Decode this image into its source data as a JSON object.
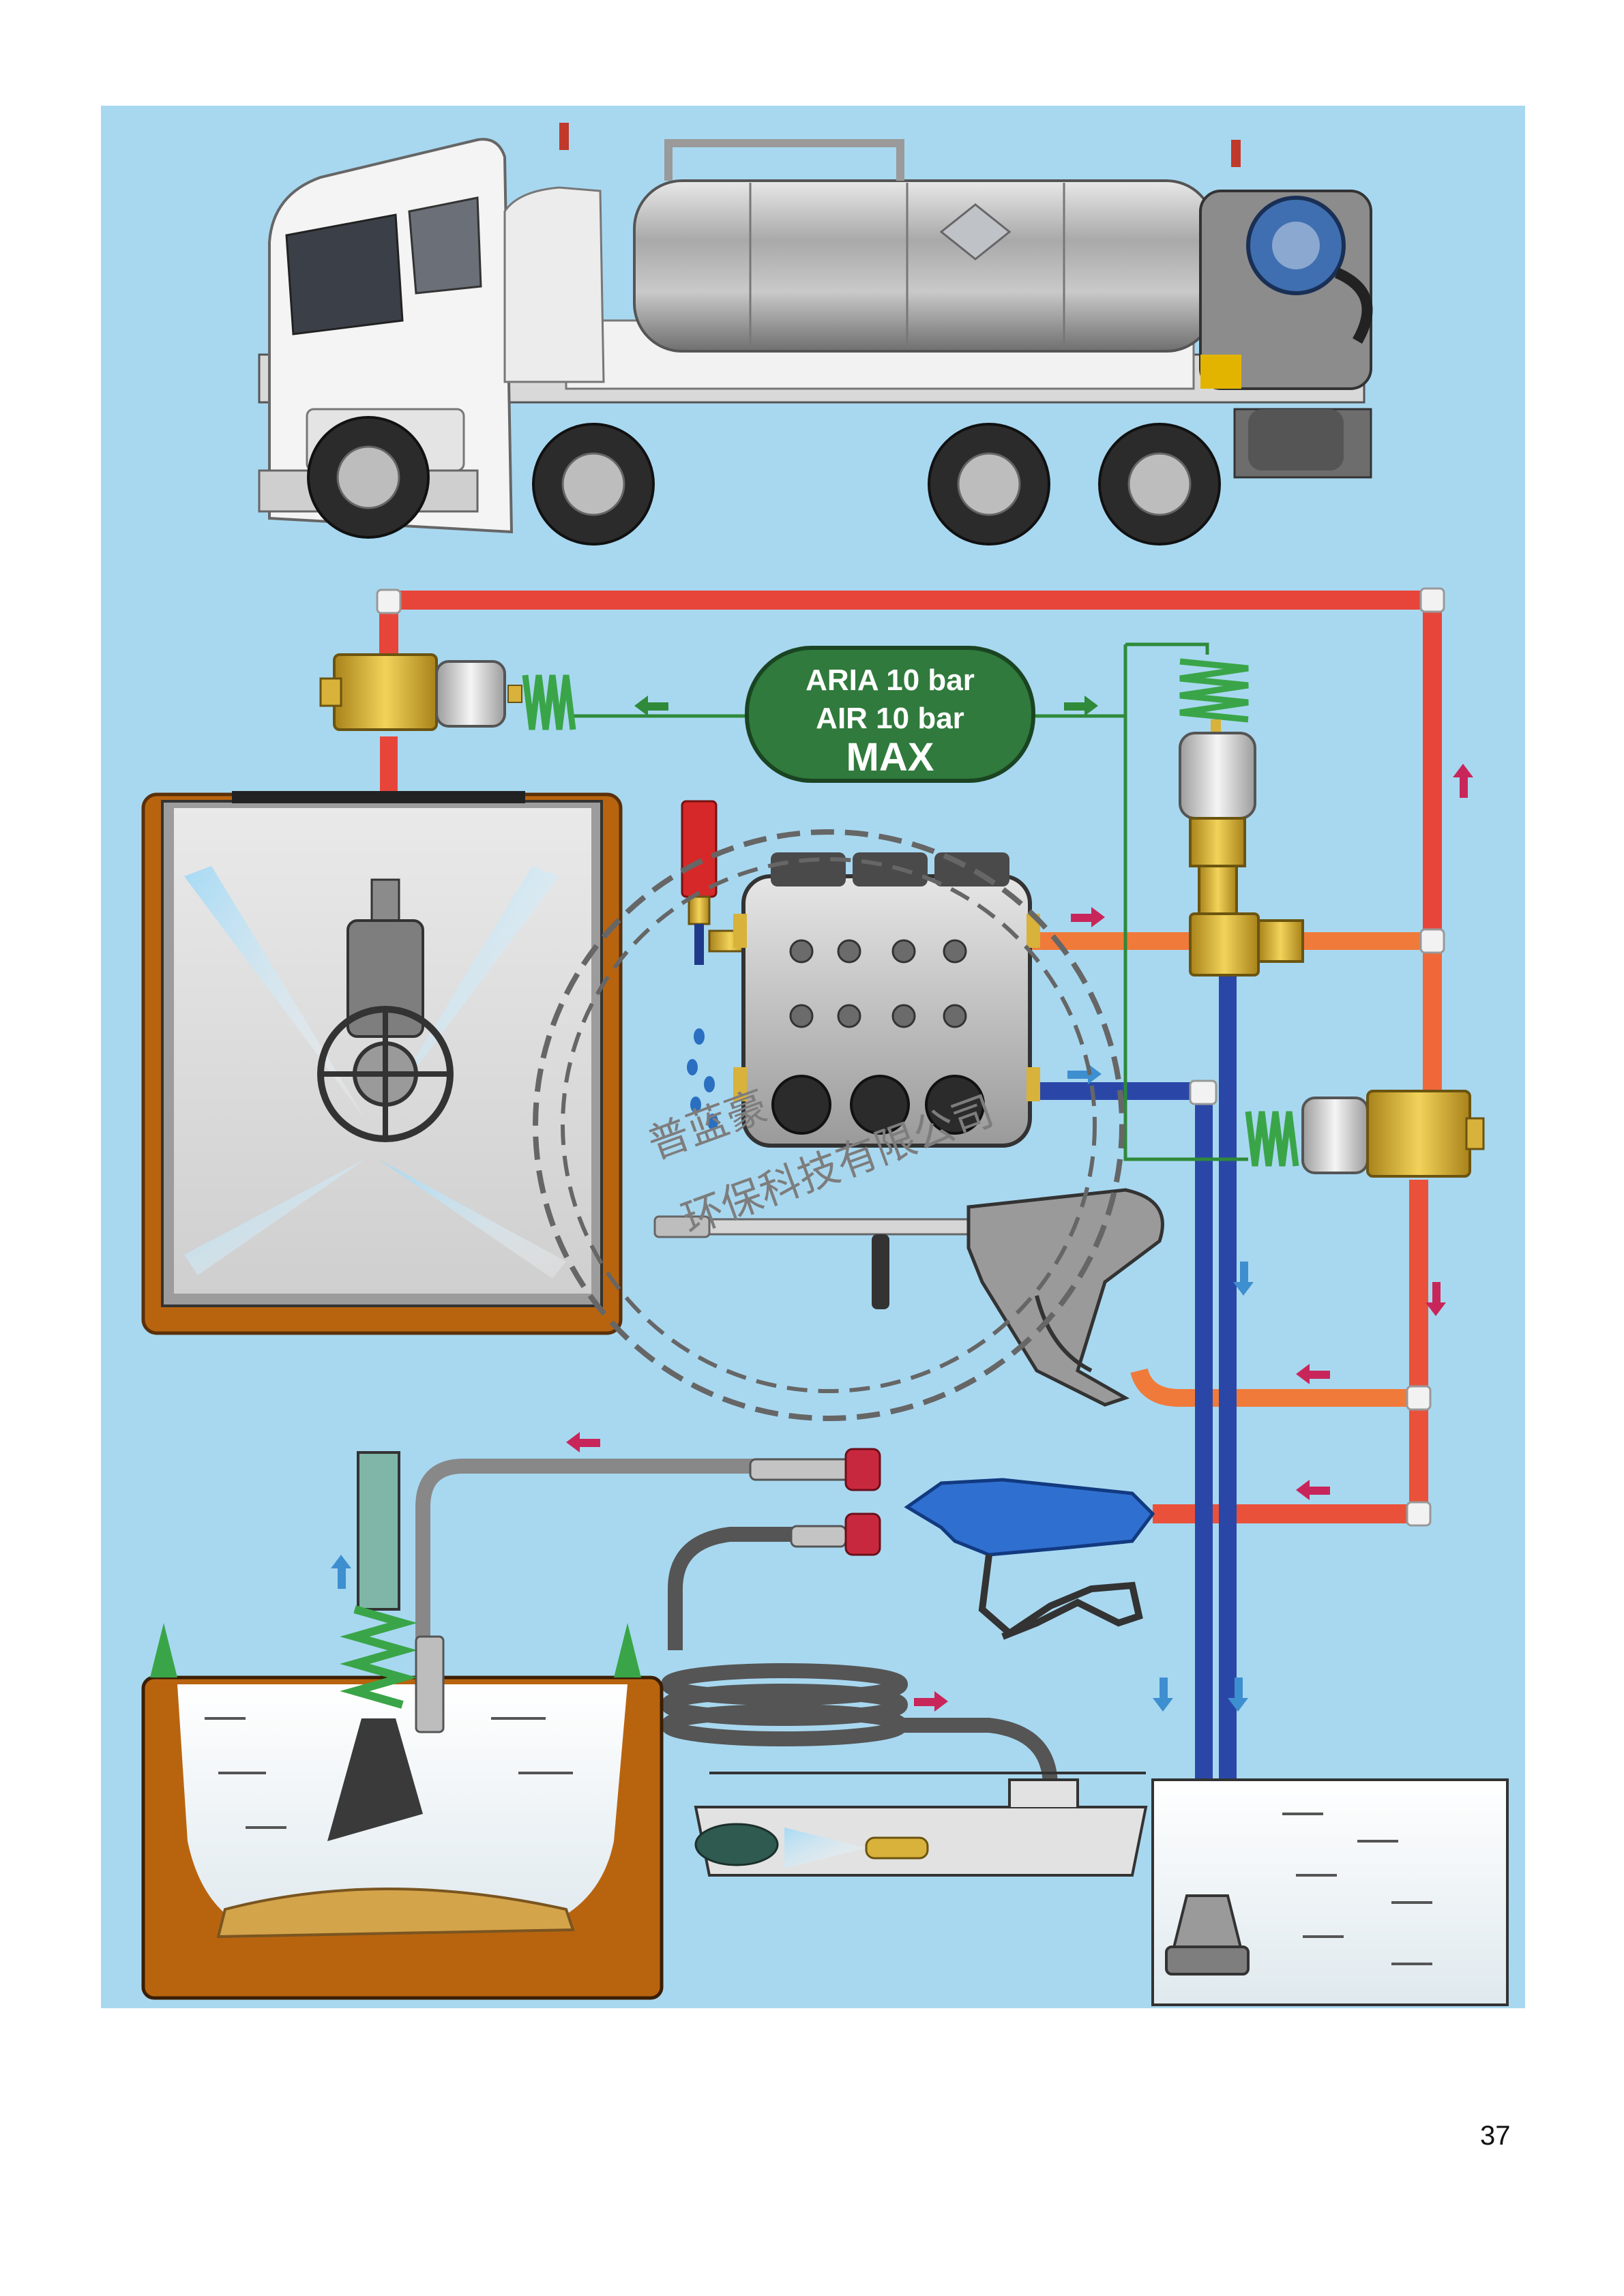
{
  "air_label": {
    "line1": "ARIA 10 bar",
    "line2": "AIR 10 bar",
    "line3": "MAX"
  },
  "watermark": {
    "line1": "普蓝豪",
    "line2": "环保科技有限公司"
  },
  "page_number": "37",
  "colors": {
    "background_panel": "#a8d8f0",
    "hot_pipe": "#e8453a",
    "warm_pipe": "#f07a3a",
    "return_pipe": "#2a47a8",
    "air_line": "#2f8a3a",
    "air_label_fill": "#2f7a3c",
    "tank_wall": "#b8640f",
    "brass": "#d8b23a",
    "spring": "#3aa548"
  },
  "icons": [
    "truck-icon",
    "pump-icon",
    "unloader-valve-icon",
    "safety-valve-icon",
    "air-valve-icon",
    "spray-gun-icon",
    "tank-nozzle-icon",
    "hose-reel-icon",
    "sewer-nozzle-icon",
    "suction-strainer-icon",
    "flow-arrow-icon"
  ]
}
